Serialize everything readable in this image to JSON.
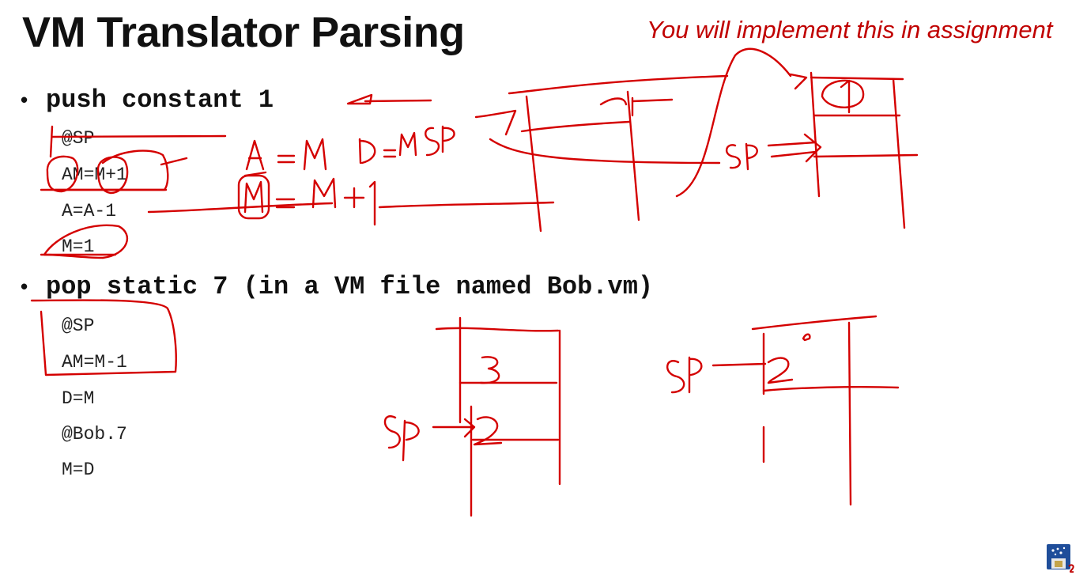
{
  "slide": {
    "title": "VM Translator Parsing",
    "note": "You will implement this in assignment"
  },
  "sections": [
    {
      "bullet": "push constant 1",
      "code": [
        "@SP",
        "AM=M+1",
        "A=A-1",
        "M=1"
      ]
    },
    {
      "bullet": "pop static 7 (in a VM file named Bob.vm)",
      "code": [
        "@SP",
        "AM=M-1",
        "D=M",
        "@Bob.7",
        "M=D"
      ]
    }
  ],
  "annotations": {
    "ink_color": "#d40000",
    "eq1": "A = M",
    "eq2": "D=M SP",
    "eq3": "M = M+1",
    "sp_label": "SP",
    "cell_value_3": "3",
    "cell_value_2": "2",
    "cell_value_1": "1"
  },
  "icons": {
    "logo": "university-crest-icon"
  }
}
